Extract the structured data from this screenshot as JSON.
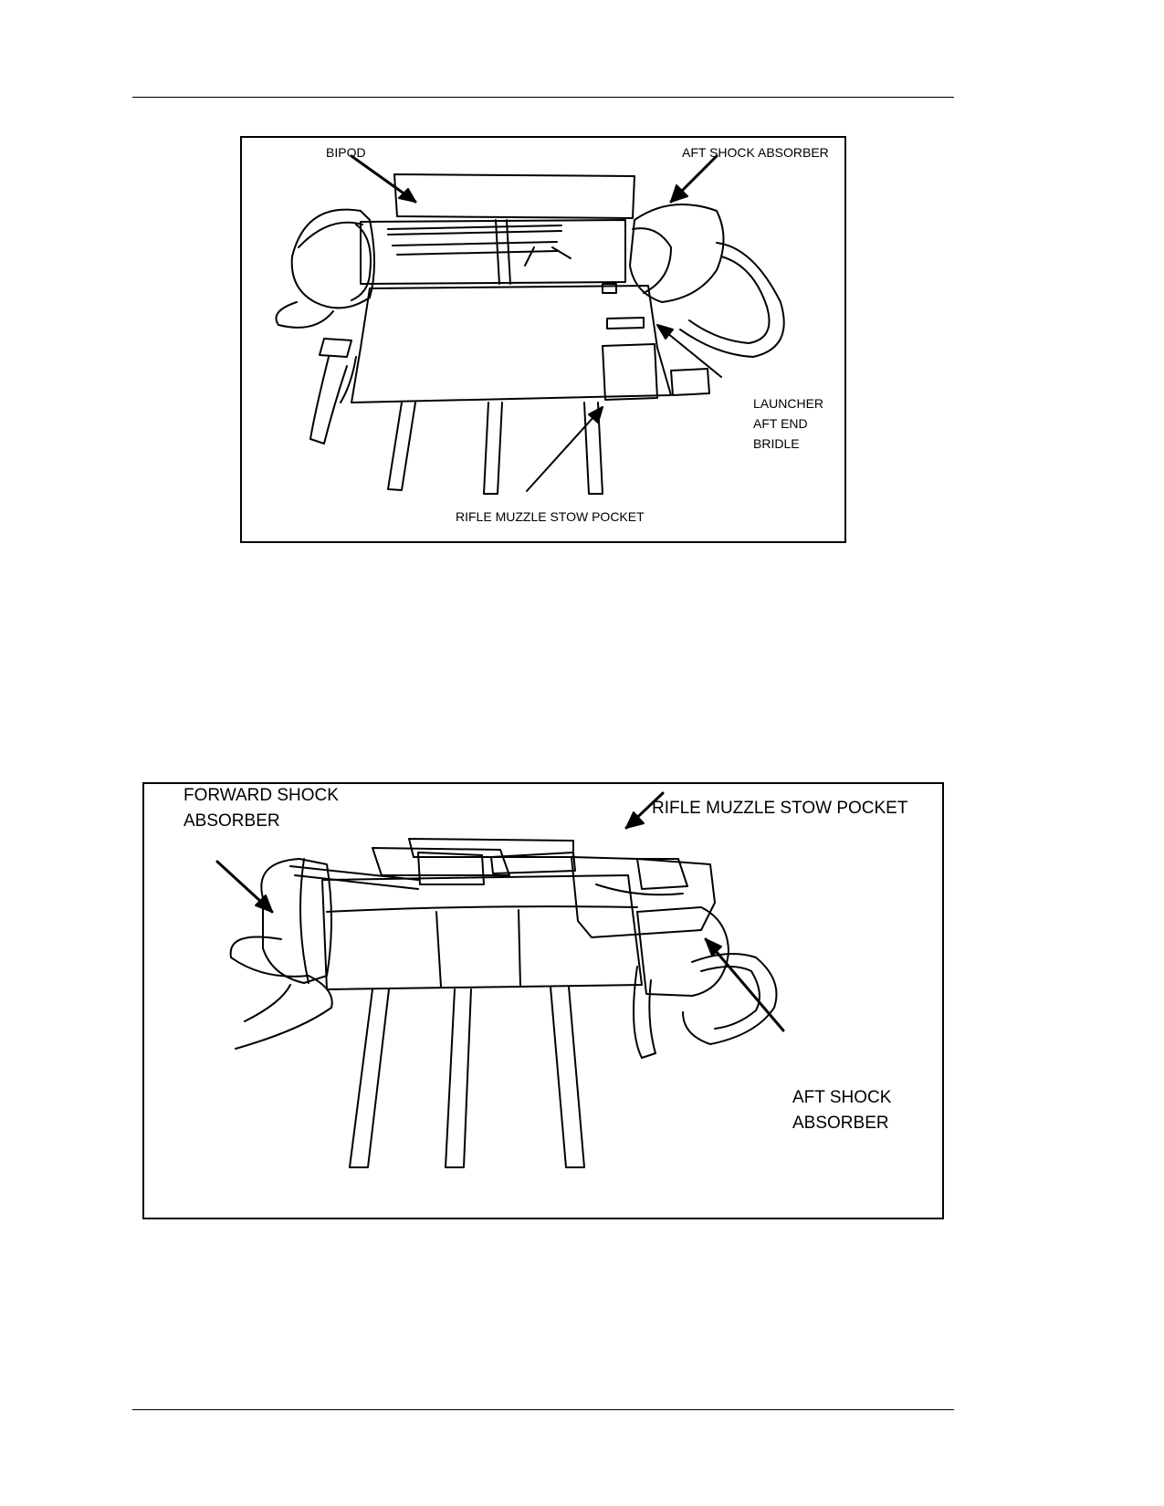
{
  "figure_top": {
    "labels": {
      "bipod": "BIPOD",
      "aft_shock_absorber": "AFT SHOCK ABSORBER",
      "launcher_aft_end_bridle": [
        "LAUNCHER",
        "AFT END",
        "BRIDLE"
      ],
      "rifle_muzzle_stow_pocket": "RIFLE MUZZLE STOW POCKET"
    }
  },
  "figure_bottom": {
    "labels": {
      "forward_shock_absorber": [
        "FORWARD SHOCK",
        "ABSORBER"
      ],
      "rifle_muzzle_stow_pocket": "RIFLE MUZZLE STOW POCKET",
      "aft_shock_absorber": [
        "AFT SHOCK",
        "ABSORBER"
      ]
    }
  },
  "colors": {
    "line": "#000000",
    "background": "#ffffff"
  }
}
